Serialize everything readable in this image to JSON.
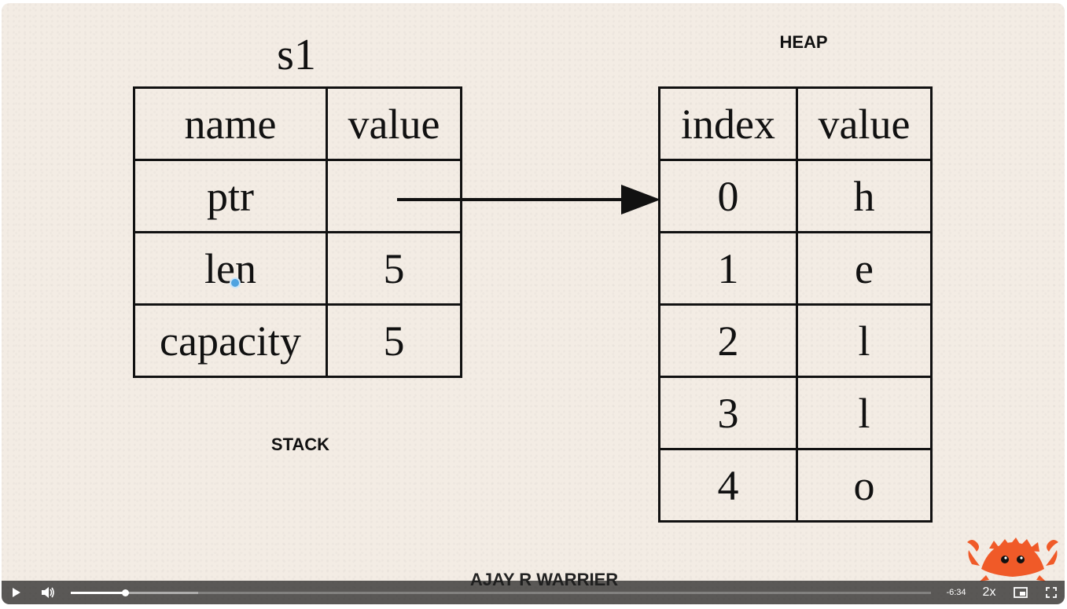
{
  "slide": {
    "stack_title": "s1",
    "stack_label": "STACK",
    "heap_label": "HEAP",
    "author": "AJAY R WARRIER",
    "stack_table": {
      "headers": [
        "name",
        "value"
      ],
      "rows": [
        {
          "name": "ptr",
          "value": ""
        },
        {
          "name": "len",
          "value": "5"
        },
        {
          "name": "capacity",
          "value": "5"
        }
      ]
    },
    "heap_table": {
      "headers": [
        "index",
        "value"
      ],
      "rows": [
        {
          "index": "0",
          "value": "h"
        },
        {
          "index": "1",
          "value": "e"
        },
        {
          "index": "2",
          "value": "l"
        },
        {
          "index": "3",
          "value": "l"
        },
        {
          "index": "4",
          "value": "o"
        }
      ]
    }
  },
  "player": {
    "time_remaining": "-6:34",
    "speed": "2x",
    "progress_fraction": 0.063,
    "buffered_fraction": 0.148,
    "icons": {
      "play": "play-icon",
      "volume": "volume-icon",
      "pip": "picture-in-picture-icon",
      "fullscreen": "fullscreen-icon"
    }
  },
  "colors": {
    "background": "#f3ece4",
    "ink": "#111111",
    "mascot": "#f05a28",
    "controls_bar": "#1e1e1e"
  }
}
